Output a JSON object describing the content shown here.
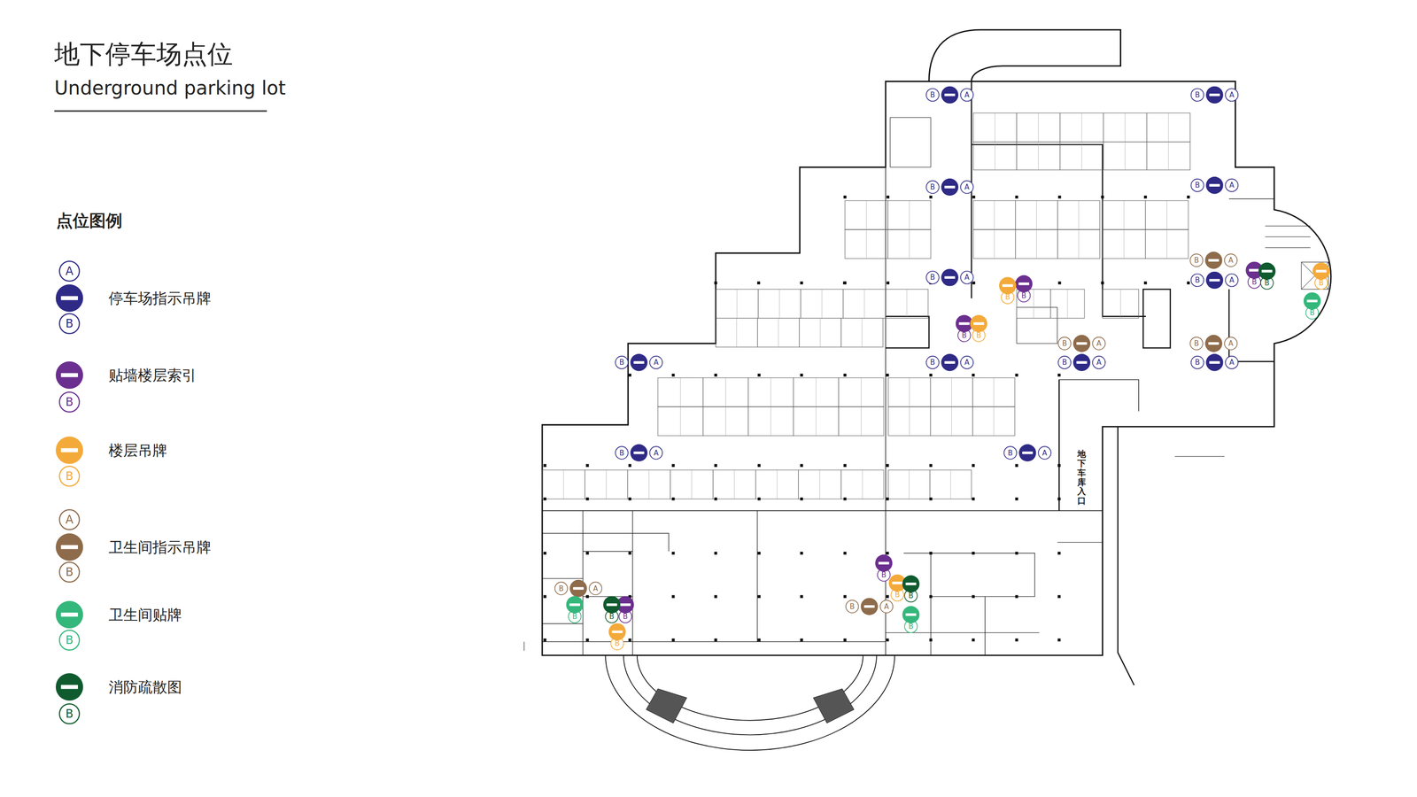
{
  "diagram": {
    "title": "地下停车场点位",
    "caption": "Underground parking lot",
    "labels": [
      "点位图例",
      "A",
      "B",
      "B",
      "B",
      "A",
      "B",
      "B",
      "B",
      "B",
      "A",
      "B",
      "A",
      "B",
      "A",
      "B",
      "A",
      "B",
      "A",
      "B",
      "A",
      "B",
      "A",
      "B",
      "A",
      "B",
      "A",
      "B",
      "A",
      "B",
      "A",
      "B",
      "A",
      "B",
      "A",
      "B",
      "A",
      "B",
      "A",
      "B",
      "A",
      "B",
      "A",
      "B",
      "B",
      "B",
      "B",
      "B",
      "B",
      "B",
      "B",
      "B",
      "B",
      "B",
      "B",
      "B",
      "B",
      "B",
      "B",
      "地下车库入口"
    ],
    "legend": [
      {
        "text": "停车场指示吊牌",
        "color": "#2e2a86"
      },
      {
        "text": "贴墙楼层索引",
        "color": "#6b2f8f"
      },
      {
        "text": "楼层吊牌",
        "color": "#f4aa3a"
      },
      {
        "text": "卫生间指示吊牌",
        "color": "#8e6b4b"
      },
      {
        "text": "卫生间贴牌",
        "color": "#34b77b"
      },
      {
        "text": "消防疏散图",
        "color": "#0f5b2e"
      }
    ]
  }
}
